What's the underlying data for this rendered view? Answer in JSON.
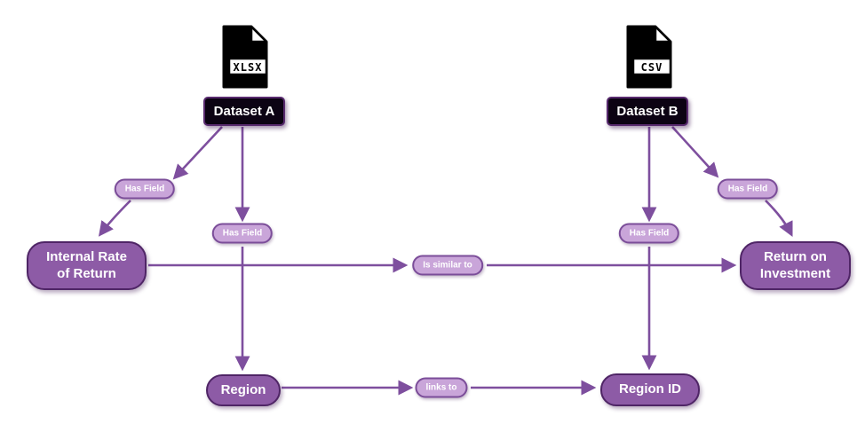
{
  "diagram": {
    "colors": {
      "background": "#ffffff",
      "edge": "#7e4f9e",
      "field_node_fill": "#8d5ba6",
      "field_node_border": "#4f2566",
      "edge_label_fill": "#c9a5d9",
      "edge_label_border": "#7b4d99",
      "dataset_fill": "#0c0313",
      "dataset_border": "#582a6e",
      "node_text": "#ffffff",
      "file_icon": "#000000"
    },
    "files": [
      {
        "type": "xlsx",
        "label": "XLSX"
      },
      {
        "type": "csv",
        "label": "CSV"
      }
    ],
    "datasets": [
      {
        "label": "Dataset A",
        "file": "XLSX"
      },
      {
        "label": "Dataset B",
        "file": "CSV"
      }
    ],
    "fields": [
      {
        "label": "Internal Rate of Return",
        "lines": [
          "Internal Rate",
          "of Return"
        ]
      },
      {
        "label": "Return on Investment",
        "lines": [
          "Return on",
          "Investment"
        ]
      },
      {
        "label": "Region",
        "lines": [
          "Region"
        ]
      },
      {
        "label": "Region ID",
        "lines": [
          "Region ID"
        ]
      }
    ],
    "edges": [
      {
        "from": "Dataset A",
        "to": "Internal Rate of Return",
        "label": "Has Field"
      },
      {
        "from": "Dataset A",
        "to": "Region",
        "label": "Has Field"
      },
      {
        "from": "Dataset B",
        "to": "Region ID",
        "label": "Has Field"
      },
      {
        "from": "Dataset B",
        "to": "Return on Investment",
        "label": "Has Field"
      },
      {
        "from": "Internal Rate of Return",
        "to": "Return on Investment",
        "label": "Is similar to"
      },
      {
        "from": "Region",
        "to": "Region ID",
        "label": "links to"
      }
    ]
  }
}
